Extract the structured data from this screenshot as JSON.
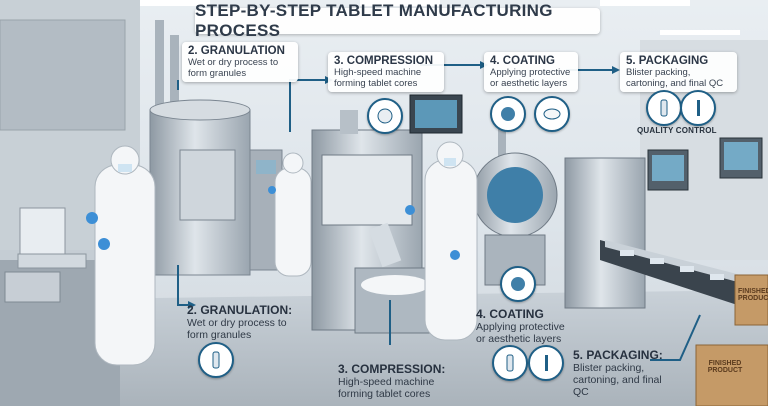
{
  "title": "STEP-BY-STEP TABLET MANUFACTURING PROCESS",
  "top_callouts": [
    {
      "heading": "2. GRANULATION",
      "desc": "Wet or dry process to form granules"
    },
    {
      "heading": "3. COMPRESSION",
      "desc": "High-speed machine forming tablet cores"
    },
    {
      "heading": "4. COATING",
      "desc": "Applying protective or aesthetic layers"
    },
    {
      "heading": "5. PACKAGING",
      "desc": "Blister packing, cartoning, and final QC"
    }
  ],
  "floor_labels": [
    {
      "heading": "2. GRANULATION:",
      "desc": "Wet or dry process to form granules"
    },
    {
      "heading": "3. COMPRESSION:",
      "desc": "High-speed machine forming tablet cores"
    },
    {
      "heading": "4. COATING",
      "desc": "Applying protective or aesthetic layers"
    },
    {
      "heading": "5. PACKAGING:",
      "desc": "Blister packing, cartoning, and final QC"
    }
  ],
  "quality_control": "QUALITY CONTROL",
  "box_label": "FINISHED PRODUCT",
  "colors": {
    "accent": "#1f5f86",
    "steel": "#b9c3cc",
    "gown": "#f4f6f8",
    "glove": "#3d8fd6"
  }
}
